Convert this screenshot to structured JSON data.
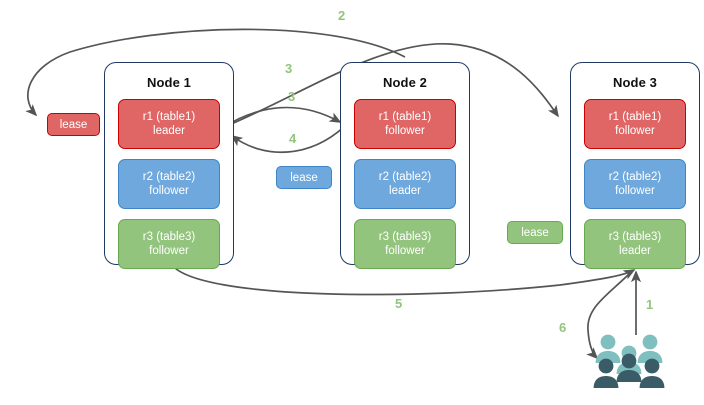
{
  "diagram": {
    "title": "Raft replica lease / request routing diagram",
    "colors": {
      "replica_red": "#e06666",
      "replica_red_border": "#cc0000",
      "replica_blue": "#6fa8dc",
      "replica_blue_border": "#3d85c6",
      "replica_green": "#93c47d",
      "replica_green_border": "#6aa84f",
      "node_border": "#1f3864",
      "edge": "#555555",
      "step_label": "#93c47d",
      "users_back": "#7fbfbf",
      "users_front": "#3a5c66"
    }
  },
  "nodes": [
    {
      "id": "node1",
      "title": "Node 1",
      "replicas": [
        {
          "name": "r1 (table1)",
          "role": "leader",
          "color": "red"
        },
        {
          "name": "r2 (table2)",
          "role": "follower",
          "color": "blue"
        },
        {
          "name": "r3 (table3)",
          "role": "follower",
          "color": "green"
        }
      ]
    },
    {
      "id": "node2",
      "title": "Node 2",
      "replicas": [
        {
          "name": "r1 (table1)",
          "role": "follower",
          "color": "red"
        },
        {
          "name": "r2 (table2)",
          "role": "leader",
          "color": "blue"
        },
        {
          "name": "r3 (table3)",
          "role": "follower",
          "color": "green"
        }
      ]
    },
    {
      "id": "node3",
      "title": "Node 3",
      "replicas": [
        {
          "name": "r1 (table1)",
          "role": "follower",
          "color": "red"
        },
        {
          "name": "r2 (table2)",
          "role": "follower",
          "color": "blue"
        },
        {
          "name": "r3 (table3)",
          "role": "leader",
          "color": "green"
        }
      ]
    }
  ],
  "leases": [
    {
      "id": "lease-r1",
      "label": "lease",
      "color": "red"
    },
    {
      "id": "lease-r2",
      "label": "lease",
      "color": "blue"
    },
    {
      "id": "lease-r3",
      "label": "lease",
      "color": "green"
    }
  ],
  "steps": [
    {
      "id": "step-1",
      "label": "1"
    },
    {
      "id": "step-2",
      "label": "2"
    },
    {
      "id": "step-3a",
      "label": "3"
    },
    {
      "id": "step-3b",
      "label": "3"
    },
    {
      "id": "step-4",
      "label": "4"
    },
    {
      "id": "step-5",
      "label": "5"
    },
    {
      "id": "step-6",
      "label": "6"
    }
  ],
  "icons": {
    "users": "users-group-icon"
  }
}
